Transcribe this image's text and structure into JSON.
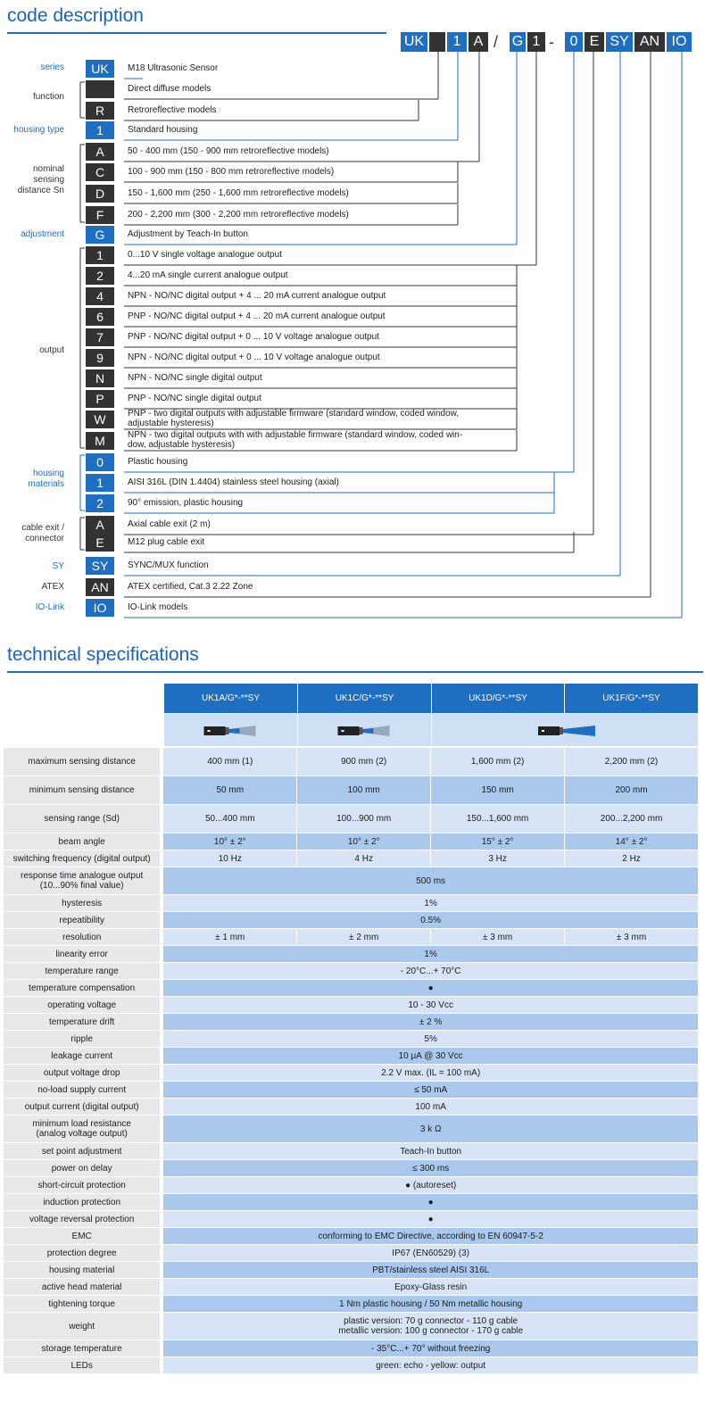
{
  "code_description": {
    "title": "code description",
    "template": [
      {
        "code": "UK",
        "color": "blue"
      },
      {
        "code": "",
        "color": "dark"
      },
      {
        "code": "1",
        "color": "blue"
      },
      {
        "code": "A",
        "color": "dark"
      },
      {
        "code": "/",
        "color": "sep"
      },
      {
        "code": "G",
        "color": "blue"
      },
      {
        "code": "1",
        "color": "dark"
      },
      {
        "code": "-",
        "color": "sep"
      },
      {
        "code": "0",
        "color": "blue"
      },
      {
        "code": "E",
        "color": "dark"
      },
      {
        "code": "SY",
        "color": "blue"
      },
      {
        "code": "AN",
        "color": "dark"
      },
      {
        "code": "IO",
        "color": "blue"
      }
    ],
    "groups": [
      {
        "label": "series",
        "color": "blue",
        "rows": [
          {
            "code": "UK",
            "desc": "M18 Ultrasonic Sensor",
            "color": "blue"
          }
        ]
      },
      {
        "label": "function",
        "color": "dark",
        "rows": [
          {
            "code": "",
            "desc": "Direct diffuse models",
            "color": "dark"
          },
          {
            "code": "R",
            "desc": "Retroreflective models",
            "color": "dark"
          }
        ]
      },
      {
        "label": "housing type",
        "color": "blue",
        "rows": [
          {
            "code": "1",
            "desc": "Standard housing",
            "color": "blue"
          }
        ]
      },
      {
        "label": "nominal\nsensing\ndistance Sn",
        "color": "dark",
        "rows": [
          {
            "code": "A",
            "desc": "50 - 400 mm (150 - 900 mm retroreflective models)",
            "color": "dark"
          },
          {
            "code": "C",
            "desc": "100 - 900 mm (150 - 800 mm retroreflective models)",
            "color": "dark"
          },
          {
            "code": "D",
            "desc": "150 - 1,600 mm (250 - 1,600 mm retroreflective models)",
            "color": "dark"
          },
          {
            "code": "F",
            "desc": "200 - 2,200 mm (300 - 2,200 mm retroreflective models)",
            "color": "dark"
          }
        ]
      },
      {
        "label": "adjustment",
        "color": "blue",
        "rows": [
          {
            "code": "G",
            "desc": "Adjustment by Teach-In button",
            "color": "blue"
          }
        ]
      },
      {
        "label": "output",
        "color": "dark",
        "rows": [
          {
            "code": "1",
            "desc": "0...10 V single voltage analogue output",
            "color": "dark"
          },
          {
            "code": "2",
            "desc": "4...20 mA single current analogue output",
            "color": "dark"
          },
          {
            "code": "4",
            "desc": "NPN - NO/NC digital output + 4 ... 20 mA current analogue output",
            "color": "dark"
          },
          {
            "code": "6",
            "desc": "PNP - NO/NC digital output + 4 ... 20 mA current analogue output",
            "color": "dark"
          },
          {
            "code": "7",
            "desc": "PNP - NO/NC digital output + 0 ... 10 V voltage analogue output",
            "color": "dark"
          },
          {
            "code": "9",
            "desc": "NPN - NO/NC digital output + 0 ... 10 V voltage analogue output",
            "color": "dark"
          },
          {
            "code": "N",
            "desc": "NPN - NO/NC single digital output",
            "color": "dark"
          },
          {
            "code": "P",
            "desc": "PNP - NO/NC single digital output",
            "color": "dark"
          },
          {
            "code": "W",
            "desc": "PNP - two digital outputs with adjustable firmware (standard window, coded window,\nadjustable hysteresis)",
            "color": "dark"
          },
          {
            "code": "M",
            "desc": "NPN - two digital outputs with with adjustable firmware (standard window, coded win-\ndow, adjustable hysteresis)",
            "color": "dark"
          }
        ]
      },
      {
        "label": "housing\nmaterials",
        "color": "blue",
        "rows": [
          {
            "code": "0",
            "desc": "Plastic housing",
            "color": "blue"
          },
          {
            "code": "1",
            "desc": "AISI 316L (DIN 1.4404) stainless steel housing (axial)",
            "color": "blue"
          },
          {
            "code": "2",
            "desc": "90° emission, plastic housing",
            "color": "blue"
          }
        ]
      },
      {
        "label": "cable exit /\nconnector",
        "color": "dark",
        "rows": [
          {
            "code": "A",
            "desc": "Axial cable exit (2 m)",
            "color": "dark"
          },
          {
            "code": "E",
            "desc": "M12 plug cable exit",
            "color": "dark"
          }
        ]
      },
      {
        "label": "SY",
        "color": "blue",
        "rows": [
          {
            "code": "SY",
            "desc": "SYNC/MUX function",
            "color": "blue"
          }
        ]
      },
      {
        "label": "ATEX",
        "color": "dark",
        "rows": [
          {
            "code": "AN",
            "desc": "ATEX certified, Cat.3 2.22 Zone",
            "color": "dark"
          }
        ]
      },
      {
        "label": "IO-Link",
        "color": "blue",
        "rows": [
          {
            "code": "IO",
            "desc": "IO-Link models",
            "color": "blue"
          }
        ]
      }
    ]
  },
  "technical_specifications": {
    "title": "technical specifications",
    "models": [
      "UK1A/G*-**SY",
      "UK1C/G*-**SY",
      "UK1D/G*-**SY",
      "UK1F/G*-**SY"
    ],
    "rows": [
      {
        "label": "maximum sensing distance",
        "values": [
          "400 mm (1)",
          "900 mm (2)",
          "1,600 mm (2)",
          "2,200 mm (2)"
        ]
      },
      {
        "label": "minimum sensing distance",
        "values": [
          "50 mm",
          "100 mm",
          "150 mm",
          "200 mm"
        ]
      },
      {
        "label": "sensing range (Sd)",
        "values": [
          "50...400 mm",
          "100...900 mm",
          "150...1,600 mm",
          "200...2,200 mm"
        ]
      },
      {
        "label": "beam angle",
        "values": [
          "10° ± 2°",
          "10° ± 2°",
          "15° ± 2°",
          "14° ± 2°"
        ]
      },
      {
        "label": "switching frequency (digital output)",
        "values": [
          "10 Hz",
          "4 Hz",
          "3 Hz",
          "2 Hz"
        ]
      },
      {
        "label": "response time analogue output\n(10...90% final value)",
        "value": "500 ms"
      },
      {
        "label": "hysteresis",
        "value": "1%"
      },
      {
        "label": "repeatibility",
        "value": "0.5%"
      },
      {
        "label": "resolution",
        "values": [
          "± 1 mm",
          "± 2 mm",
          "± 3 mm",
          "± 3 mm"
        ]
      },
      {
        "label": "linearity error",
        "value": "1%"
      },
      {
        "label": "temperature range",
        "value": "- 20°C...+ 70°C"
      },
      {
        "label": "temperature compensation",
        "value": "●"
      },
      {
        "label": "operating voltage",
        "value": "10 - 30 Vcc"
      },
      {
        "label": "temperature drift",
        "value": "± 2 %"
      },
      {
        "label": "ripple",
        "value": "5%"
      },
      {
        "label": "leakage current",
        "value": "10 μA @ 30 Vcc"
      },
      {
        "label": "output voltage drop",
        "value": "2.2 V max. (IL = 100 mA)"
      },
      {
        "label": "no-load supply current",
        "value": "≤ 50 mA"
      },
      {
        "label": "output current (digital output)",
        "value": "100 mA"
      },
      {
        "label": "minimum load resistance\n(analog voltage output)",
        "value": "3 k Ω"
      },
      {
        "label": "set point adjustment",
        "value": "Teach-In button"
      },
      {
        "label": "power on delay",
        "value": "≤ 300 ms"
      },
      {
        "label": "short-circuit protection",
        "value": "● (autoreset)"
      },
      {
        "label": "induction protection",
        "value": "●"
      },
      {
        "label": "voltage reversal protection",
        "value": "●"
      },
      {
        "label": "EMC",
        "value": "conforming to EMC Directive, according to EN 60947-5-2"
      },
      {
        "label": "protection degree",
        "value": "IP67 (EN60529) (3)"
      },
      {
        "label": "housing material",
        "value": "PBT/stainless steel AISI 316L"
      },
      {
        "label": "active head material",
        "value": "Epoxy-Glass resin"
      },
      {
        "label": "tightening torque",
        "value": "1 Nm plastic housing / 50 Nm metallic housing"
      },
      {
        "label": "weight",
        "value": "plastic version: 70 g connector - 110 g cable\nmetallic version: 100 g connector - 170 g cable"
      },
      {
        "label": "storage temperature",
        "value": "- 35°C...+ 70° without freezing"
      },
      {
        "label": "LEDs",
        "value": "green: echo - yellow: output"
      }
    ]
  },
  "colors": {
    "accent": "#1e6fc2",
    "dark_box": "#333333",
    "row_light": "#d6e4f5",
    "row_dark": "#a9c8ec",
    "label_bg": "#e8e8ea"
  }
}
